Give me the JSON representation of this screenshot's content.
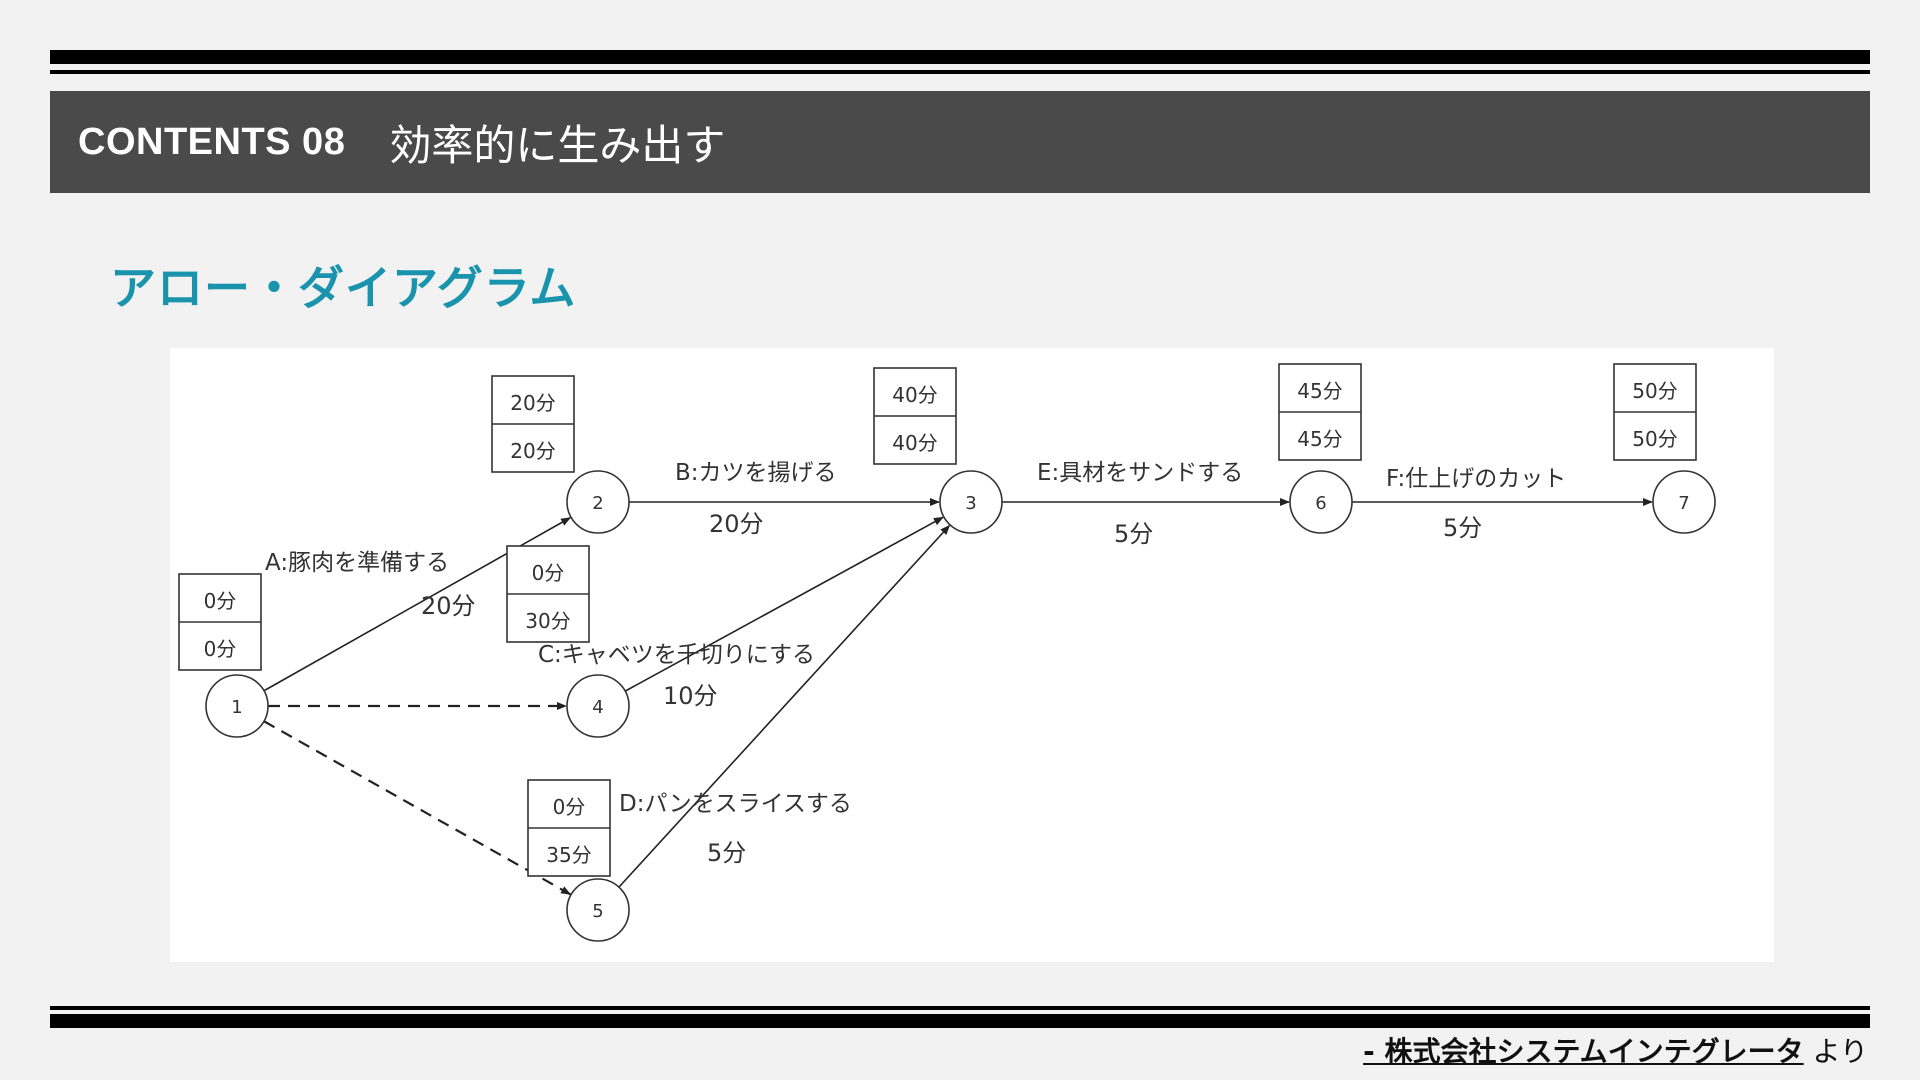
{
  "header": {
    "contents_label": "CONTENTS 08",
    "title": "効率的に生み出す"
  },
  "section": {
    "title": "アロー・ダイアグラム"
  },
  "diagram": {
    "nodes": [
      {
        "id": "1",
        "label": "1",
        "earliest": "0分",
        "latest": "0分"
      },
      {
        "id": "2",
        "label": "2",
        "earliest": "20分",
        "latest": "20分"
      },
      {
        "id": "3",
        "label": "3",
        "earliest": "40分",
        "latest": "40分"
      },
      {
        "id": "4",
        "label": "4",
        "earliest": "0分",
        "latest": "30分"
      },
      {
        "id": "5",
        "label": "5",
        "earliest": "0分",
        "latest": "35分"
      },
      {
        "id": "6",
        "label": "6",
        "earliest": "45分",
        "latest": "45分"
      },
      {
        "id": "7",
        "label": "7",
        "earliest": "50分",
        "latest": "50分"
      }
    ],
    "edges": [
      {
        "id": "A",
        "from": "1",
        "to": "2",
        "label": "A:豚肉を準備する",
        "duration": "20分",
        "dummy": false
      },
      {
        "id": "B",
        "from": "2",
        "to": "3",
        "label": "B:カツを揚げる",
        "duration": "20分",
        "dummy": false
      },
      {
        "id": "C",
        "from": "4",
        "to": "3",
        "label": "C:キャベツを千切りにする",
        "duration": "10分",
        "dummy": false
      },
      {
        "id": "D",
        "from": "5",
        "to": "3",
        "label": "D:パンをスライスする",
        "duration": "5分",
        "dummy": false
      },
      {
        "id": "E",
        "from": "3",
        "to": "6",
        "label": "E:具材をサンドする",
        "duration": "5分",
        "dummy": false
      },
      {
        "id": "F",
        "from": "6",
        "to": "7",
        "label": "F:仕上げのカット",
        "duration": "5分",
        "dummy": false
      },
      {
        "id": "d1",
        "from": "1",
        "to": "4",
        "label": "",
        "duration": "",
        "dummy": true
      },
      {
        "id": "d2",
        "from": "1",
        "to": "5",
        "label": "",
        "duration": "",
        "dummy": true
      }
    ]
  },
  "footer": {
    "credit_link": "- 株式会社システムインテグレータ",
    "credit_suffix": " より"
  }
}
